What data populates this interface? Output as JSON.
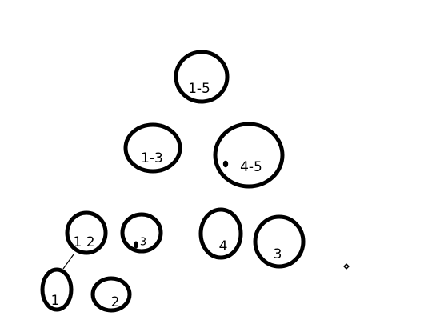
{
  "diagram": {
    "nodes": [
      {
        "id": "root",
        "label": "1-5"
      },
      {
        "id": "left",
        "label": "1-3"
      },
      {
        "id": "right",
        "label": "4-5"
      },
      {
        "id": "ll",
        "label": "1 2"
      },
      {
        "id": "lr",
        "label": "3"
      },
      {
        "id": "rl",
        "label": "4"
      },
      {
        "id": "rr",
        "label": "3"
      },
      {
        "id": "lll",
        "label": "1"
      },
      {
        "id": "llr",
        "label": "2"
      }
    ],
    "colors": {
      "stroke": "#000000",
      "background": "#ffffff"
    }
  }
}
